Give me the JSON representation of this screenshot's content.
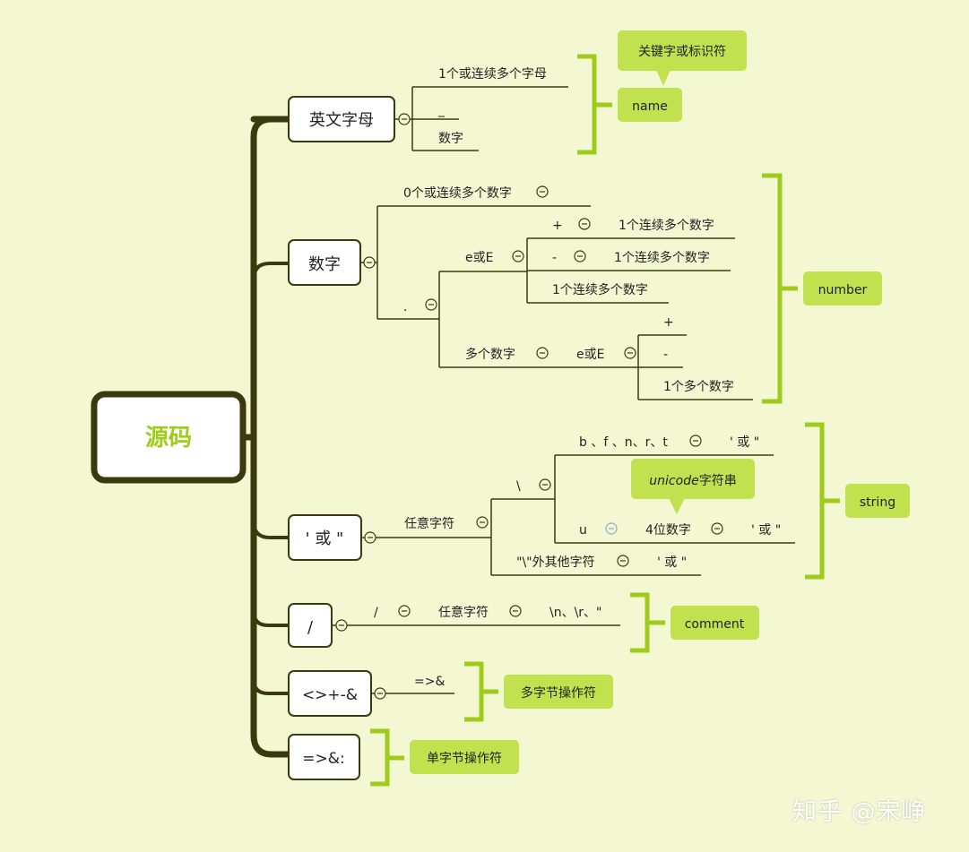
{
  "colors": {
    "background": "#f3f8d3",
    "dark_line": "#3a3a0e",
    "accent_green": "#9fcc1a",
    "label_green": "#c2e14e",
    "node_fill": "#ffffff"
  },
  "root": {
    "label": "源码"
  },
  "branches": {
    "letters": {
      "node": "英文字母",
      "children": [
        "1个或连续多个字母",
        "_",
        "数字"
      ],
      "tooltip": "关键字或标识符",
      "result": "name"
    },
    "number": {
      "node": "数字",
      "zero_or_more": "0个或连续多个数字",
      "dot": ".",
      "exp": "e或E",
      "plus": "+",
      "minus": "-",
      "plus_digits": "1个连续多个数字",
      "minus_digits": "1个连续多个数字",
      "exp_digits": "1个连续多个数字",
      "many_digits": "多个数字",
      "exp2": "e或E",
      "plus2": "+",
      "minus2": "-",
      "one_or_more": "1个多个数字",
      "result": "number"
    },
    "string": {
      "node": "' 或 \"",
      "any_char": "任意字符",
      "backslash": "\\",
      "escapes": "b 、f 、n、r、t",
      "quote_close_1": "' 或 \"",
      "u": "u",
      "four_digits": "4位数字",
      "quote_close_2": "' 或 \"",
      "tooltip_italic": "unicode",
      "tooltip_rest": "字符串",
      "other_chars": "\"\\\"外其他字符",
      "quote_close_3": "' 或 \"",
      "result": "string"
    },
    "comment": {
      "node": "/",
      "slash": "/",
      "any_char": "任意字符",
      "terminators": "\\n、\\r、\"",
      "result": "comment"
    },
    "multi_op": {
      "node": "<>+-&",
      "child": "=>&",
      "result": "多字节操作符"
    },
    "single_op": {
      "node": "=>&:",
      "result": "单字节操作符"
    }
  },
  "watermark": "知乎 @宋峥"
}
